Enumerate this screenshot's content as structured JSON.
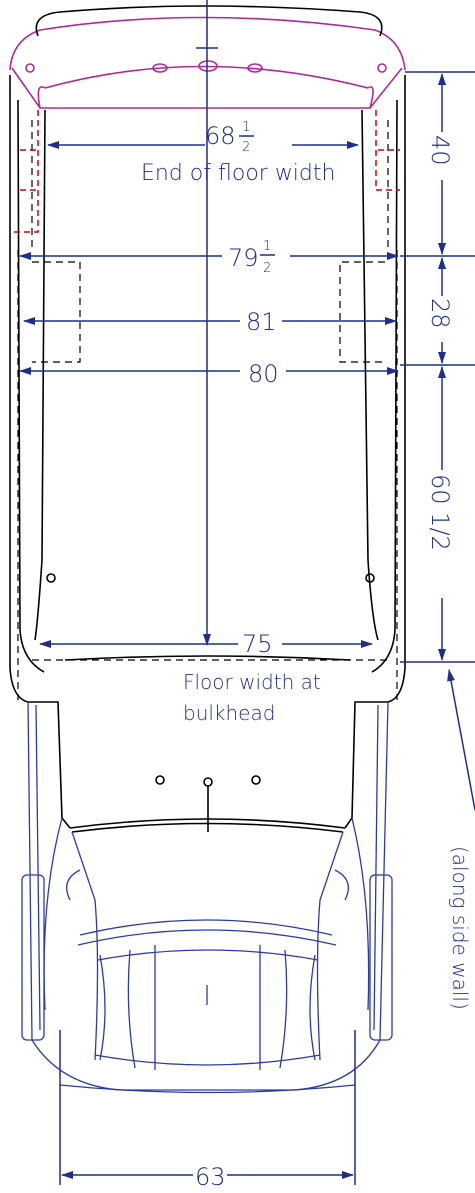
{
  "dimensions": {
    "end_floor_width": {
      "whole": "68",
      "frac_num": "1",
      "frac_den": "2",
      "label": "End of floor width"
    },
    "width_79": {
      "whole": "79",
      "frac_num": "1",
      "frac_den": "2"
    },
    "width_81": "81",
    "width_80": "80",
    "bulkhead_width": {
      "value": "75",
      "label_line1": "Floor width at",
      "label_line2": "bulkhead"
    },
    "cab_width": "63",
    "side_40": "40",
    "side_28": "28",
    "side_60": "60 1/2",
    "along_side_wall": "(along side wall)"
  },
  "colors": {
    "dimension": "#1f2e8c",
    "body_outline": "#000000",
    "cab_outline": "#2b3aa8",
    "rear_cap": "#b0289a",
    "hidden_marker": "#d40000"
  }
}
